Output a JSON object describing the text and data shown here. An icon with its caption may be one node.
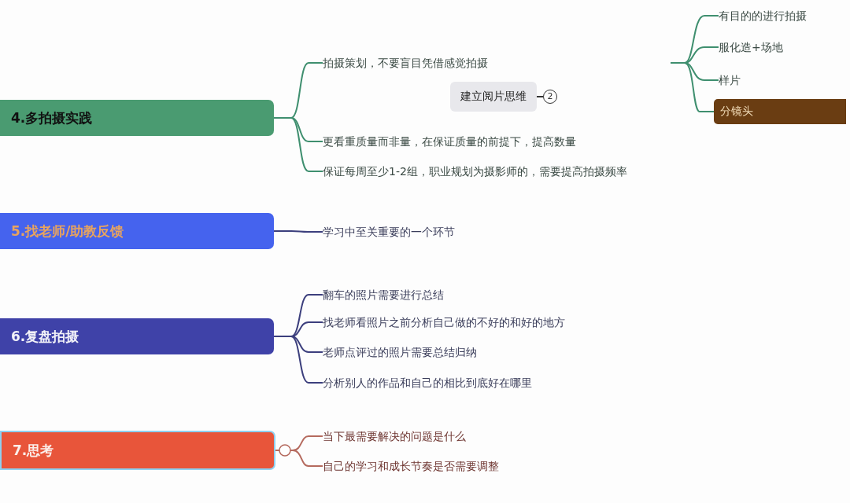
{
  "diagram": {
    "nodes": [
      {
        "text": [
          "4.多拍摄实践"
        ]
      },
      {
        "text": [
          "拍摄策划，不要盲目凭借感觉拍摄"
        ]
      },
      {
        "text": [
          "建立阅片思维"
        ],
        "beside": [
          "2"
        ]
      },
      {
        "text": [
          "更看重质量而非量，在保证质量的前提下，提高数量"
        ]
      },
      {
        "text": [
          "保证每周至少1-2组，职业规划为摄影师的，需要提高拍摄频率"
        ]
      },
      {
        "text": [
          "有目的的进行拍摄"
        ]
      },
      {
        "text": [
          "服化造+场地"
        ]
      },
      {
        "text": [
          "样片"
        ]
      },
      {
        "text": [
          "分镜头"
        ]
      },
      {
        "text": [
          "5.找老师/助教反馈"
        ]
      },
      {
        "text": [
          "学习中至关重要的一个环节"
        ]
      },
      {
        "text": [
          "6.复盘拍摄"
        ]
      },
      {
        "text": [
          "翻车的照片需要进行总结"
        ]
      },
      {
        "text": [
          "找老师看照片之前分析自己做的不好的和好的地方"
        ]
      },
      {
        "text": [
          "老师点评过的照片需要总结归纳"
        ]
      },
      {
        "text": [
          "分析别人的作品和自己的相比到底好在哪里"
        ]
      },
      {
        "text": [
          "7.思考"
        ]
      },
      {
        "text": [
          "当下最需要解决的问题是什么"
        ]
      },
      {
        "text": [
          "自己的学习和成长节奏是否需要调整"
        ]
      }
    ],
    "edges": [
      {
        "from": 0,
        "to": 1,
        "arrow": "none"
      },
      {
        "from": 0,
        "to": 3,
        "arrow": "none"
      },
      {
        "from": 0,
        "to": 4,
        "arrow": "none"
      },
      {
        "from": null,
        "to": 5,
        "arrow": "none"
      },
      {
        "from": null,
        "to": 6,
        "arrow": "none"
      },
      {
        "from": null,
        "to": 7,
        "arrow": "none"
      },
      {
        "from": null,
        "to": 8,
        "arrow": "none"
      },
      {
        "from": 9,
        "to": 10,
        "arrow": "none",
        "color": "#3c3f7d"
      },
      {
        "from": 11,
        "to": 12,
        "arrow": "none",
        "color": "#3c3f7d"
      },
      {
        "from": 11,
        "to": 13,
        "arrow": "none",
        "color": "#3c3f7d"
      },
      {
        "from": 11,
        "to": 14,
        "arrow": "none",
        "color": "#3c3f7d"
      },
      {
        "from": 11,
        "to": 15,
        "arrow": "none",
        "color": "#3c3f7d"
      },
      {
        "from": 16,
        "to": 17,
        "arrow": "none",
        "color": "#b56a5e"
      },
      {
        "from": 16,
        "to": 18,
        "arrow": "none",
        "color": "#b56a5e"
      }
    ]
  }
}
